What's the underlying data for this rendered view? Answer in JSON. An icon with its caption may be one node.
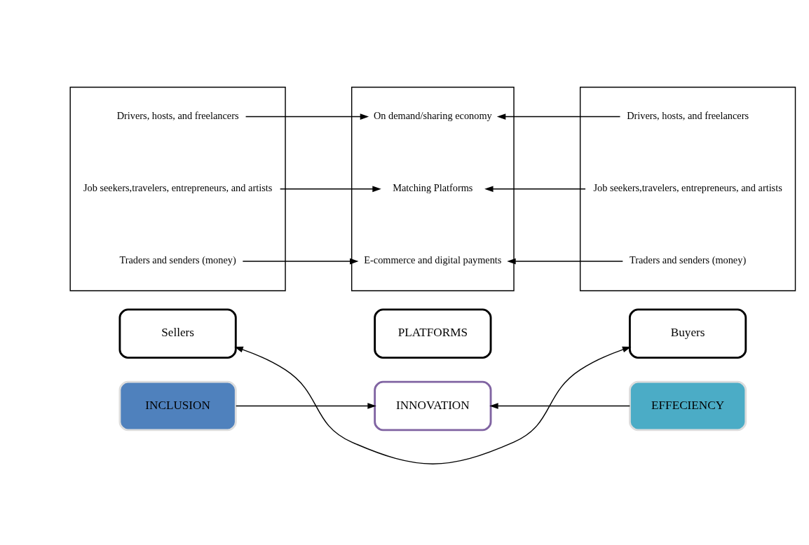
{
  "diagram": {
    "nodes": [
      {
        "text": [
          "INNOVATION"
        ]
      },
      {
        "text": [
          "PLATFORMS"
        ]
      },
      {
        "text": [
          "INCLUSION"
        ]
      },
      {
        "text": [
          "Sellers"
        ]
      },
      {
        "text": [
          "EFFECIENCY"
        ]
      },
      {
        "text": [
          "Buyers"
        ]
      },
      {
        "text": [],
        "shape": "box"
      },
      {
        "text": [
          "Drivers, hosts, and freelancers"
        ],
        "in": 6
      },
      {
        "text": [
          "Job seekers,travelers, entrepreneurs, and artists"
        ],
        "in": 6
      },
      {
        "text": [
          "Traders and senders (money)"
        ],
        "in": 6
      },
      {
        "text": [],
        "shape": "box"
      },
      {
        "text": [
          "On demand/sharing economy"
        ],
        "in": 10
      },
      {
        "text": [
          "Matching Platforms"
        ],
        "in": 10
      },
      {
        "text": [
          "E-commerce and digital payments"
        ],
        "in": 10
      },
      {
        "text": [],
        "shape": "box"
      },
      {
        "text": [
          "Drivers, hosts, and freelancers"
        ],
        "in": 14
      },
      {
        "text": [
          "Job seekers,travelers, entrepreneurs, and artists"
        ],
        "in": 14
      },
      {
        "text": [
          "Traders and senders (money)"
        ],
        "in": 14
      }
    ],
    "edges": [
      {
        "from": 2,
        "to": 0,
        "arrow": "to"
      },
      {
        "from": 4,
        "to": 0,
        "arrow": "to"
      },
      {
        "from": 3,
        "to": 5,
        "arrow": "both"
      },
      {
        "from": 7,
        "to": 11,
        "arrow": "to"
      },
      {
        "from": 8,
        "to": 12,
        "arrow": "to"
      },
      {
        "from": 9,
        "to": 13,
        "arrow": "to"
      },
      {
        "from": 15,
        "to": 11,
        "arrow": "to"
      },
      {
        "from": 16,
        "to": 12,
        "arrow": "to"
      },
      {
        "from": 17,
        "to": 13,
        "arrow": "to"
      }
    ]
  }
}
